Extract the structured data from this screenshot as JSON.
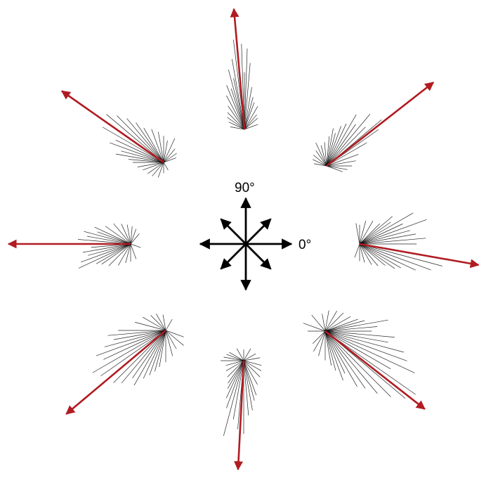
{
  "legend": {
    "label_top": "90°",
    "label_right": "0°",
    "axis_directions_deg": [
      0,
      45,
      90,
      135,
      180,
      225,
      270,
      315
    ]
  },
  "colors": {
    "spikes": "#000000",
    "mean_vector": "#b01c22",
    "legend_arrows": "#000000"
  },
  "clusters": [
    {
      "name": "cluster-top",
      "mean_direction_deg": 95,
      "mean_length": 1.0,
      "spikes": [
        [
          85,
          0.7
        ],
        [
          88,
          0.85
        ],
        [
          90,
          0.6
        ],
        [
          92,
          0.9
        ],
        [
          95,
          0.8
        ],
        [
          97,
          0.95
        ],
        [
          100,
          0.75
        ],
        [
          102,
          0.55
        ],
        [
          105,
          0.65
        ],
        [
          108,
          0.45
        ],
        [
          112,
          0.5
        ],
        [
          80,
          0.45
        ],
        [
          75,
          0.35
        ],
        [
          70,
          0.3
        ],
        [
          118,
          0.4
        ],
        [
          125,
          0.3
        ],
        [
          135,
          0.25
        ],
        [
          145,
          0.22
        ],
        [
          60,
          0.28
        ],
        [
          50,
          0.2
        ],
        [
          40,
          0.18
        ],
        [
          155,
          0.18
        ],
        [
          170,
          0.15
        ],
        [
          20,
          0.15
        ]
      ]
    },
    {
      "name": "cluster-top-right",
      "mean_direction_deg": 38,
      "mean_length": 1.0,
      "spikes": [
        [
          30,
          0.55
        ],
        [
          35,
          0.75
        ],
        [
          40,
          0.85
        ],
        [
          45,
          0.65
        ],
        [
          50,
          0.8
        ],
        [
          55,
          0.6
        ],
        [
          60,
          0.7
        ],
        [
          65,
          0.55
        ],
        [
          70,
          0.5
        ],
        [
          75,
          0.4
        ],
        [
          80,
          0.45
        ],
        [
          85,
          0.35
        ],
        [
          95,
          0.28
        ],
        [
          105,
          0.25
        ],
        [
          115,
          0.3
        ],
        [
          125,
          0.22
        ],
        [
          140,
          0.2
        ],
        [
          155,
          0.18
        ],
        [
          170,
          0.15
        ],
        [
          20,
          0.4
        ],
        [
          10,
          0.35
        ],
        [
          0,
          0.3
        ],
        [
          350,
          0.25
        ],
        [
          340,
          0.2
        ]
      ]
    },
    {
      "name": "cluster-right",
      "mean_direction_deg": -10,
      "mean_length": 1.0,
      "spikes": [
        [
          5,
          0.7
        ],
        [
          10,
          0.6
        ],
        [
          15,
          0.55
        ],
        [
          20,
          0.75
        ],
        [
          25,
          0.5
        ],
        [
          30,
          0.65
        ],
        [
          35,
          0.4
        ],
        [
          40,
          0.45
        ],
        [
          45,
          0.3
        ],
        [
          60,
          0.28
        ],
        [
          75,
          0.25
        ],
        [
          90,
          0.2
        ],
        [
          100,
          0.22
        ],
        [
          0,
          0.6
        ],
        [
          350,
          0.7
        ],
        [
          345,
          0.9
        ],
        [
          340,
          0.8
        ],
        [
          335,
          0.65
        ],
        [
          330,
          0.5
        ],
        [
          325,
          0.45
        ],
        [
          320,
          0.35
        ],
        [
          310,
          0.3
        ],
        [
          300,
          0.25
        ],
        [
          285,
          0.2
        ],
        [
          270,
          0.18
        ],
        [
          250,
          0.15
        ]
      ]
    },
    {
      "name": "cluster-bottom-right",
      "mean_direction_deg": -38,
      "mean_length": 1.0,
      "spikes": [
        [
          0,
          0.4
        ],
        [
          5,
          0.45
        ],
        [
          10,
          0.55
        ],
        [
          15,
          0.35
        ],
        [
          20,
          0.3
        ],
        [
          30,
          0.25
        ],
        [
          45,
          0.22
        ],
        [
          60,
          0.2
        ],
        [
          80,
          0.18
        ],
        [
          100,
          0.15
        ],
        [
          130,
          0.18
        ],
        [
          160,
          0.2
        ],
        [
          180,
          0.15
        ],
        [
          355,
          0.6
        ],
        [
          350,
          0.55
        ],
        [
          345,
          0.7
        ],
        [
          340,
          0.75
        ],
        [
          335,
          0.85
        ],
        [
          330,
          0.65
        ],
        [
          325,
          0.95
        ],
        [
          320,
          0.9
        ],
        [
          315,
          0.8
        ],
        [
          310,
          0.7
        ],
        [
          305,
          0.6
        ],
        [
          300,
          0.55
        ],
        [
          295,
          0.4
        ],
        [
          290,
          0.45
        ],
        [
          285,
          0.35
        ],
        [
          280,
          0.3
        ],
        [
          270,
          0.25
        ],
        [
          255,
          0.22
        ],
        [
          240,
          0.2
        ],
        [
          225,
          0.15
        ]
      ]
    },
    {
      "name": "cluster-bottom",
      "mean_direction_deg": -93,
      "mean_length": 1.0,
      "spikes": [
        [
          270,
          0.8
        ],
        [
          265,
          0.75
        ],
        [
          260,
          0.65
        ],
        [
          255,
          0.85
        ],
        [
          250,
          0.55
        ],
        [
          245,
          0.45
        ],
        [
          240,
          0.35
        ],
        [
          235,
          0.3
        ],
        [
          225,
          0.25
        ],
        [
          210,
          0.22
        ],
        [
          195,
          0.2
        ],
        [
          180,
          0.25
        ],
        [
          170,
          0.22
        ],
        [
          160,
          0.2
        ],
        [
          150,
          0.18
        ],
        [
          275,
          0.6
        ],
        [
          280,
          0.55
        ],
        [
          285,
          0.45
        ],
        [
          290,
          0.4
        ],
        [
          300,
          0.3
        ],
        [
          315,
          0.25
        ],
        [
          330,
          0.22
        ],
        [
          345,
          0.2
        ],
        [
          10,
          0.18
        ],
        [
          30,
          0.15
        ],
        [
          60,
          0.15
        ],
        [
          90,
          0.12
        ],
        [
          120,
          0.15
        ]
      ]
    },
    {
      "name": "cluster-bottom-left",
      "mean_direction_deg": -140,
      "mean_length": 1.0,
      "spikes": [
        [
          180,
          0.45
        ],
        [
          185,
          0.55
        ],
        [
          190,
          0.5
        ],
        [
          195,
          0.6
        ],
        [
          200,
          0.7
        ],
        [
          205,
          0.65
        ],
        [
          210,
          0.8
        ],
        [
          215,
          0.75
        ],
        [
          220,
          0.85
        ],
        [
          225,
          0.7
        ],
        [
          230,
          0.65
        ],
        [
          235,
          0.55
        ],
        [
          240,
          0.6
        ],
        [
          245,
          0.5
        ],
        [
          250,
          0.45
        ],
        [
          255,
          0.4
        ],
        [
          260,
          0.35
        ],
        [
          270,
          0.3
        ],
        [
          285,
          0.25
        ],
        [
          300,
          0.2
        ],
        [
          320,
          0.22
        ],
        [
          340,
          0.18
        ],
        [
          165,
          0.3
        ],
        [
          150,
          0.25
        ],
        [
          135,
          0.2
        ],
        [
          120,
          0.18
        ],
        [
          100,
          0.15
        ],
        [
          60,
          0.12
        ]
      ]
    },
    {
      "name": "cluster-left",
      "mean_direction_deg": 180,
      "mean_length": 1.0,
      "spikes": [
        [
          155,
          0.45
        ],
        [
          160,
          0.4
        ],
        [
          165,
          0.55
        ],
        [
          170,
          0.5
        ],
        [
          175,
          0.6
        ],
        [
          180,
          0.55
        ],
        [
          185,
          0.45
        ],
        [
          190,
          0.55
        ],
        [
          195,
          0.5
        ],
        [
          200,
          0.6
        ],
        [
          205,
          0.65
        ],
        [
          210,
          0.45
        ],
        [
          215,
          0.4
        ],
        [
          225,
          0.35
        ],
        [
          240,
          0.28
        ],
        [
          255,
          0.22
        ],
        [
          270,
          0.2
        ],
        [
          290,
          0.18
        ],
        [
          145,
          0.35
        ],
        [
          130,
          0.3
        ],
        [
          115,
          0.25
        ],
        [
          100,
          0.22
        ],
        [
          85,
          0.2
        ],
        [
          70,
          0.18
        ],
        [
          50,
          0.15
        ],
        [
          340,
          0.12
        ]
      ]
    },
    {
      "name": "cluster-top-left",
      "mean_direction_deg": 145,
      "mean_length": 1.0,
      "spikes": [
        [
          120,
          0.45
        ],
        [
          125,
          0.55
        ],
        [
          130,
          0.65
        ],
        [
          135,
          0.75
        ],
        [
          140,
          0.85
        ],
        [
          145,
          0.7
        ],
        [
          150,
          0.8
        ],
        [
          155,
          0.6
        ],
        [
          160,
          0.65
        ],
        [
          165,
          0.5
        ],
        [
          170,
          0.55
        ],
        [
          175,
          0.4
        ],
        [
          180,
          0.35
        ],
        [
          190,
          0.3
        ],
        [
          200,
          0.25
        ],
        [
          215,
          0.22
        ],
        [
          230,
          0.2
        ],
        [
          250,
          0.18
        ],
        [
          110,
          0.4
        ],
        [
          100,
          0.35
        ],
        [
          90,
          0.3
        ],
        [
          80,
          0.25
        ],
        [
          65,
          0.3
        ],
        [
          50,
          0.2
        ],
        [
          35,
          0.18
        ],
        [
          20,
          0.15
        ],
        [
          270,
          0.12
        ],
        [
          300,
          0.1
        ]
      ]
    }
  ]
}
